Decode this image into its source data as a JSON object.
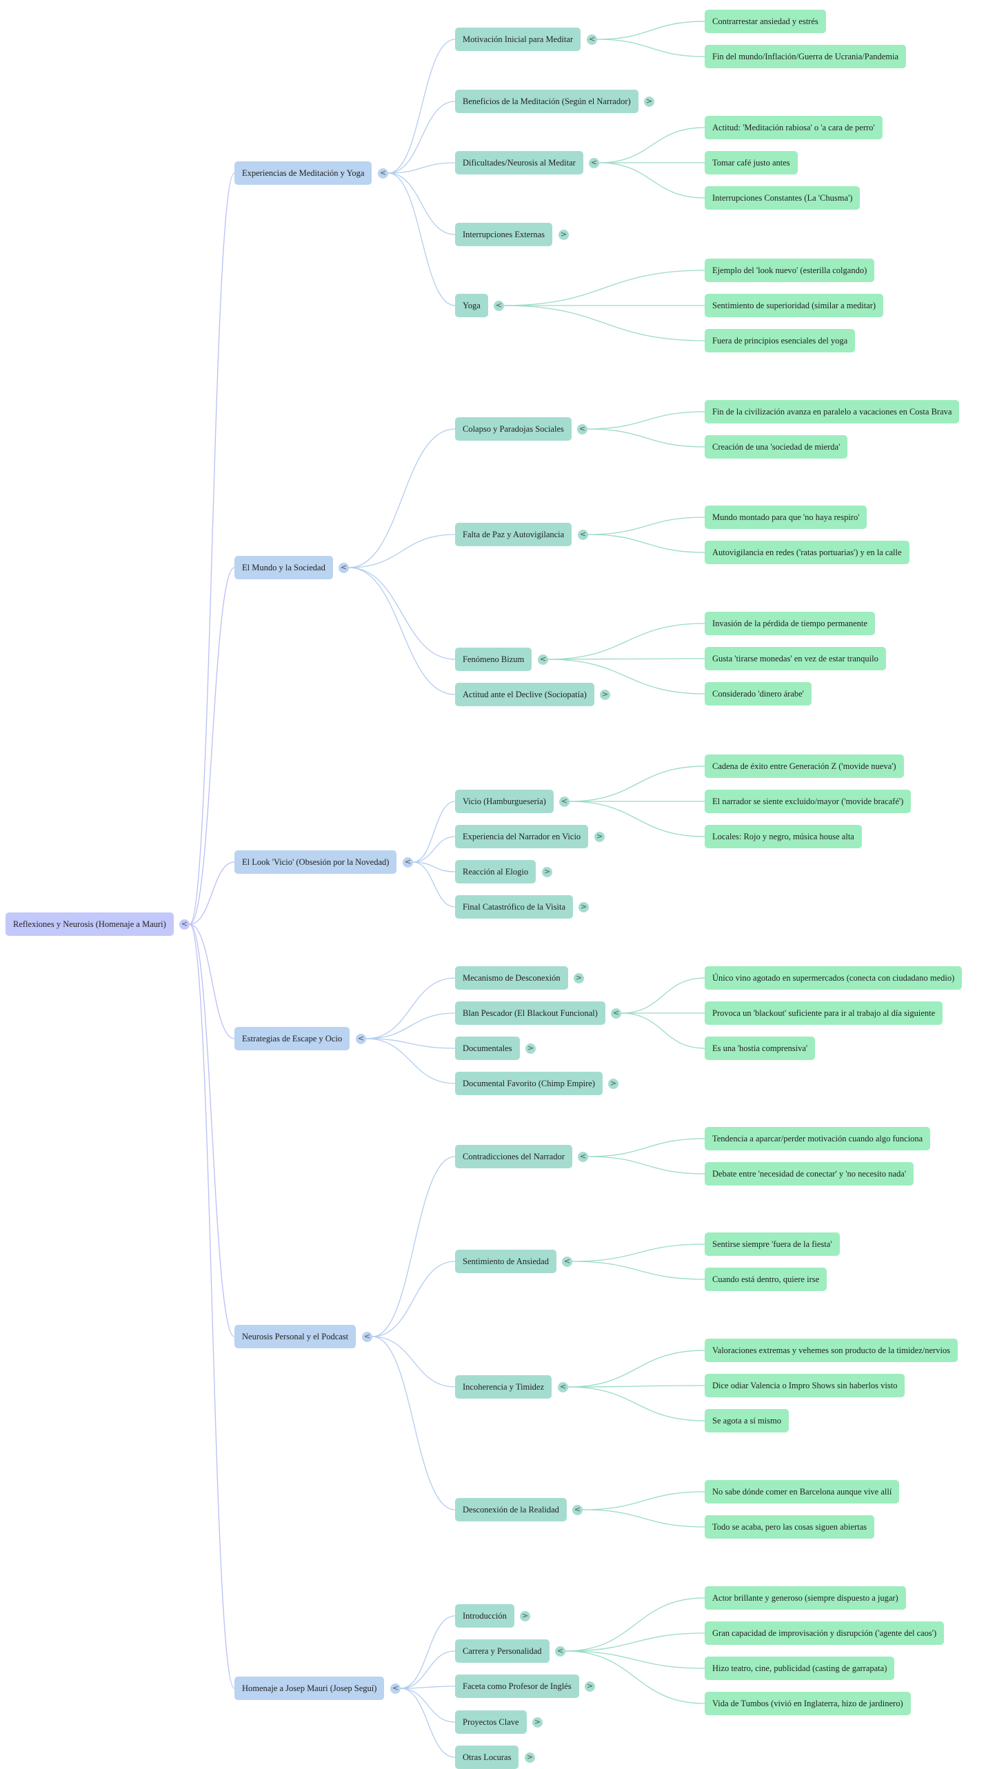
{
  "colors": {
    "root": "#c3c8fb",
    "level1": "#b9d3f0",
    "level2": "#a4ddd0",
    "level3": "#9eedbf",
    "link_root": "#b9bff5",
    "link_level1": "#b3cdef",
    "link_level2": "#9adbc9"
  },
  "mindmap": {
    "label": "Reflexiones y Neurosis (Homenaje a Mauri)",
    "toggle": "<",
    "children": [
      {
        "label": "Experiencias de Meditación y Yoga",
        "toggle": "<",
        "children": [
          {
            "label": "Motivación Inicial para Meditar",
            "toggle": "<",
            "children": [
              "Contrarrestar ansiedad y estrés",
              "Fin del mundo/Inflación/Guerra de Ucrania/Pandemia"
            ]
          },
          {
            "label": "Beneficios de la Meditación (Según el Narrador)",
            "toggle": ">",
            "children": []
          },
          {
            "label": "Dificultades/Neurosis al Meditar",
            "toggle": "<",
            "children": [
              "Actitud: 'Meditación rabiosa' o 'a cara de perro'",
              "Tomar café justo antes",
              "Interrupciones Constantes (La 'Chusma')"
            ]
          },
          {
            "label": "Interrupciones Externas",
            "toggle": ">",
            "children": []
          },
          {
            "label": "Yoga",
            "toggle": "<",
            "children": [
              "Ejemplo del 'look nuevo' (esterilla colgando)",
              "Sentimiento de superioridad (similar a meditar)",
              "Fuera de principios esenciales del yoga"
            ]
          }
        ]
      },
      {
        "label": "El Mundo y la Sociedad",
        "toggle": "<",
        "children": [
          {
            "label": "Colapso y Paradojas Sociales",
            "toggle": "<",
            "children": [
              "Fin de la civilización avanza en paralelo a vacaciones en Costa Brava",
              "Creación de una 'sociedad de mierda'"
            ]
          },
          {
            "label": "Falta de Paz y Autovigilancia",
            "toggle": "<",
            "children": [
              "Mundo montado para que 'no haya respiro'",
              "Autovigilancia en redes ('ratas portuarias') y en la calle"
            ]
          },
          {
            "label": "Fenómeno Bizum",
            "toggle": "<",
            "children": [
              "Invasión de la pérdida de tiempo permanente",
              "Gusta 'tirarse monedas' en vez de estar tranquilo",
              "Considerado 'dinero árabe'"
            ]
          },
          {
            "label": "Actitud ante el Declive (Sociopatía)",
            "toggle": ">",
            "children": []
          }
        ]
      },
      {
        "label": "El Look 'Vicio' (Obsesión por la Novedad)",
        "toggle": "<",
        "children": [
          {
            "label": "Vicio (Hamburguesería)",
            "toggle": "<",
            "children": [
              "Cadena de éxito entre Generación Z ('movide nueva')",
              "El narrador se siente excluido/mayor ('movide bracafé')",
              "Locales: Rojo y negro, música house alta"
            ]
          },
          {
            "label": "Experiencia del Narrador en Vicio",
            "toggle": ">",
            "children": []
          },
          {
            "label": "Reacción al Elogio",
            "toggle": ">",
            "children": []
          },
          {
            "label": "Final Catastrófico de la Visita",
            "toggle": ">",
            "children": []
          }
        ]
      },
      {
        "label": "Estrategias de Escape y Ocio",
        "toggle": "<",
        "children": [
          {
            "label": "Mecanismo de Desconexión",
            "toggle": ">",
            "children": []
          },
          {
            "label": "Blan Pescador (El Blackout Funcional)",
            "toggle": "<",
            "children": [
              "Único vino agotado en supermercados (conecta con ciudadano medio)",
              "Provoca un 'blackout' suficiente para ir al trabajo al día siguiente",
              "Es una 'hostia comprensiva'"
            ]
          },
          {
            "label": "Documentales",
            "toggle": ">",
            "children": []
          },
          {
            "label": "Documental Favorito (Chimp Empire)",
            "toggle": ">",
            "children": []
          }
        ]
      },
      {
        "label": "Neurosis Personal y el Podcast",
        "toggle": "<",
        "children": [
          {
            "label": "Contradicciones del Narrador",
            "toggle": "<",
            "children": [
              "Tendencia a aparcar/perder motivación cuando algo funciona",
              "Debate entre 'necesidad de conectar' y 'no necesito nada'"
            ]
          },
          {
            "label": "Sentimiento de Ansiedad",
            "toggle": "<",
            "children": [
              "Sentirse siempre 'fuera de la fiesta'",
              "Cuando está dentro, quiere irse"
            ]
          },
          {
            "label": "Incoherencia y Timidez",
            "toggle": "<",
            "children": [
              "Valoraciones extremas y vehemes son producto de la timidez/nervios",
              "Dice odiar Valencia o Impro Shows sin haberlos visto",
              "Se agota a sí mismo"
            ]
          },
          {
            "label": "Desconexión de la Realidad",
            "toggle": "<",
            "children": [
              "No sabe dónde comer en Barcelona aunque vive allí",
              "Todo se acaba, pero las cosas siguen abiertas"
            ]
          }
        ]
      },
      {
        "label": "Homenaje a Josep Mauri (Josep Seguí)",
        "toggle": "<",
        "children": [
          {
            "label": "Introducción",
            "toggle": ">",
            "children": []
          },
          {
            "label": "Carrera y Personalidad",
            "toggle": "<",
            "children": [
              "Actor brillante y generoso (siempre dispuesto a jugar)",
              "Gran capacidad de improvisación y disrupción ('agente del caos')",
              "Hizo teatro, cine, publicidad (casting de garrapata)",
              "Vida de Tumbos (vivió en Inglaterra, hizo de jardinero)"
            ]
          },
          {
            "label": "Faceta como Profesor de Inglés",
            "toggle": ">",
            "children": []
          },
          {
            "label": "Proyectos Clave",
            "toggle": ">",
            "children": []
          },
          {
            "label": "Otras Locuras",
            "toggle": ">",
            "children": []
          }
        ]
      }
    ]
  }
}
